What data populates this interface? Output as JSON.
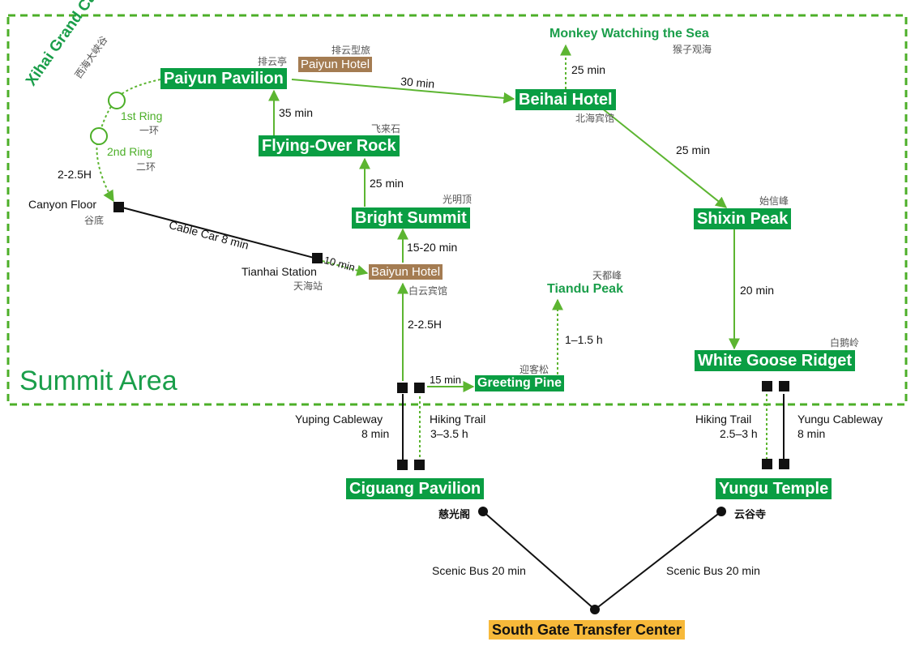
{
  "area": {
    "title": "Summit Area"
  },
  "places": {
    "paiyun_pavilion": {
      "en": "Paiyun Pavilion",
      "cn": "排云亭"
    },
    "paiyun_hotel": {
      "en": "Paiyun Hotel",
      "cn": "排云型旅"
    },
    "beihai_hotel": {
      "en": "Beihai Hotel",
      "cn": "北海宾馆"
    },
    "monkey": {
      "en": "Monkey Watching the Sea",
      "cn": "猴子观海"
    },
    "flying_rock": {
      "en": "Flying-Over Rock",
      "cn": "飞来石"
    },
    "bright_summit": {
      "en": "Bright Summit",
      "cn": "光明顶"
    },
    "baiyun_hotel": {
      "en": "Baiyun Hotel",
      "cn": "白云宾馆"
    },
    "shixin_peak": {
      "en": "Shixin Peak",
      "cn": "始信峰"
    },
    "tiandu_peak": {
      "en": "Tiandu Peak",
      "cn": "天都峰"
    },
    "greeting_pine": {
      "en": "Greeting Pine",
      "cn": "迎客松"
    },
    "white_goose": {
      "en": "White Goose Ridget",
      "cn": "白鹅岭"
    },
    "ciguang_pavilion": {
      "en": "Ciguang Pavilion",
      "cn": "慈光阁"
    },
    "yungu_temple": {
      "en": "Yungu Temple",
      "cn": "云谷寺"
    },
    "south_gate": {
      "en": "South Gate Transfer Center"
    },
    "canyon_floor": {
      "en": "Canyon Floor",
      "cn": "谷底"
    },
    "tianhai_station": {
      "en": "Tianhai Station",
      "cn": "天海站"
    },
    "xihai_canyon": {
      "en": "Xihai Grand Canyon",
      "cn": "西海大峡谷"
    }
  },
  "rings": {
    "first": {
      "en": "1st Ring",
      "cn": "一环"
    },
    "second": {
      "en": "2nd Ring",
      "cn": "二环"
    }
  },
  "routes": {
    "paiyun_beihai": "30 min",
    "beihai_monkey": "25 min",
    "flying_paiyun": "35 min",
    "bright_flying": "25 min",
    "baiyun_bright": "15-20 min",
    "beihai_shixin": "25 min",
    "shixin_goose": "20 min",
    "greeting_tiandu": "1–1.5 h",
    "cableway_baiyun": "2-2.5H",
    "cableway_greeting": "15 min",
    "canyon_descent": "2-2.5H",
    "cable_car": "Cable Car 8 min",
    "tianhai_baiyun": "10 min",
    "yuping_name": "Yuping Cableway",
    "yuping_time": "8 min",
    "hiking_left_name": "Hiking Trail",
    "hiking_left_time": "3–3.5 h",
    "hiking_right_name": "Hiking Trail",
    "hiking_right_time": "2.5–3 h",
    "yungu_name": "Yungu Cableway",
    "yungu_time": "8 min",
    "bus_left": "Scenic Bus 20 min",
    "bus_right": "Scenic Bus 20 min"
  },
  "colors": {
    "green_box": "#0a9e43",
    "route_green": "#5cb531",
    "brown_box": "#a47c52",
    "yellow_box": "#f7b93a",
    "area_border": "#4caf28"
  }
}
